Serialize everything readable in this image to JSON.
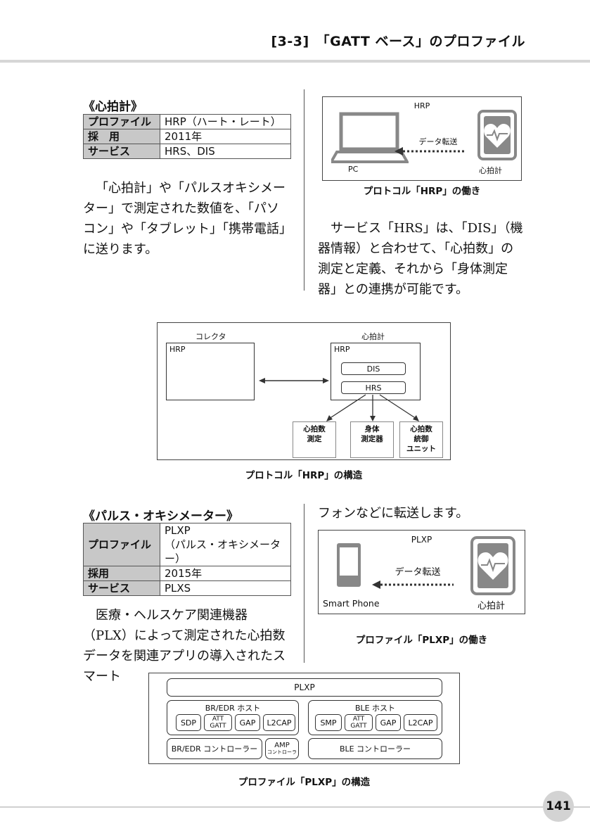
{
  "header": {
    "title": "[3-3]　「GATT ベース」のプロファイル"
  },
  "page_number": "141",
  "hrp": {
    "section_title": "《心拍計》",
    "table": [
      {
        "key": "プロファイル",
        "value": "HRP（ハート・レート）"
      },
      {
        "key": "採　用",
        "value": "2011年"
      },
      {
        "key": "サービス",
        "value": "HRS、DIS"
      }
    ],
    "left_text": "「心拍計」や「パルスオキシメーター」で測定された数値を、「パソコン」や「タブレット」「携帯電話」に送ります。",
    "right_text": "サービス「HRS」は、「DIS」（機器情報）と合わせて、「心拍数」の測定と定義、それから「身体測定器」との連携が可能です。",
    "fig1": {
      "title": "HRP",
      "arrow_label": "データ転送",
      "pc_label": "PC",
      "device_label": "心拍計",
      "caption": "プロトコル「HRP」の働き"
    },
    "fig2": {
      "collector": "コレクタ",
      "hr_device": "心拍計",
      "hrp_left": "HRP",
      "hrp_right": "HRP",
      "dis": "DIS",
      "hrs": "HRS",
      "box1": "心拍数\n測定",
      "box2": "身体\n測定器",
      "box3": "心拍数\n統御\nユニット",
      "caption": "プロトコル「HRP」の構造"
    }
  },
  "plxp": {
    "section_title": "《パルス・オキシメーター》",
    "table": [
      {
        "key": "プロファイル",
        "value": "PLXP\n（パルス・オキシメーター）"
      },
      {
        "key": "採用",
        "value": "2015年"
      },
      {
        "key": "サービス",
        "value": "PLXS"
      }
    ],
    "left_text": "医療・ヘルスケア関連機器（PLX）によって測定された心拍数データを関連アプリの導入されたスマート",
    "right_text": "フォンなどに転送します。",
    "fig3": {
      "title": "PLXP",
      "arrow_label": "データ転送",
      "phone_label": "Smart Phone",
      "device_label": "心拍計",
      "caption": "プロファイル「PLXP」の働き"
    },
    "fig4": {
      "top": "PLXP",
      "bredr_host": "BR/EDR ホスト",
      "ble_host": "BLE ホスト",
      "sdp": "SDP",
      "att_gatt": "ATT\nGATT",
      "gap": "GAP",
      "l2cap": "L2CAP",
      "smp": "SMP",
      "bredr_ctrl": "BR/EDR コントローラー",
      "amp": "AMP",
      "amp_sub": "コントローラ",
      "ble_ctrl": "BLE コントローラー",
      "caption": "プロファイル「PLXP」の構造"
    }
  },
  "colors": {
    "rule": "#d6d6d6",
    "table_key_bg": "#c8c8c8",
    "icon_gray": "#888888",
    "page_badge": "#d3d3d3"
  }
}
